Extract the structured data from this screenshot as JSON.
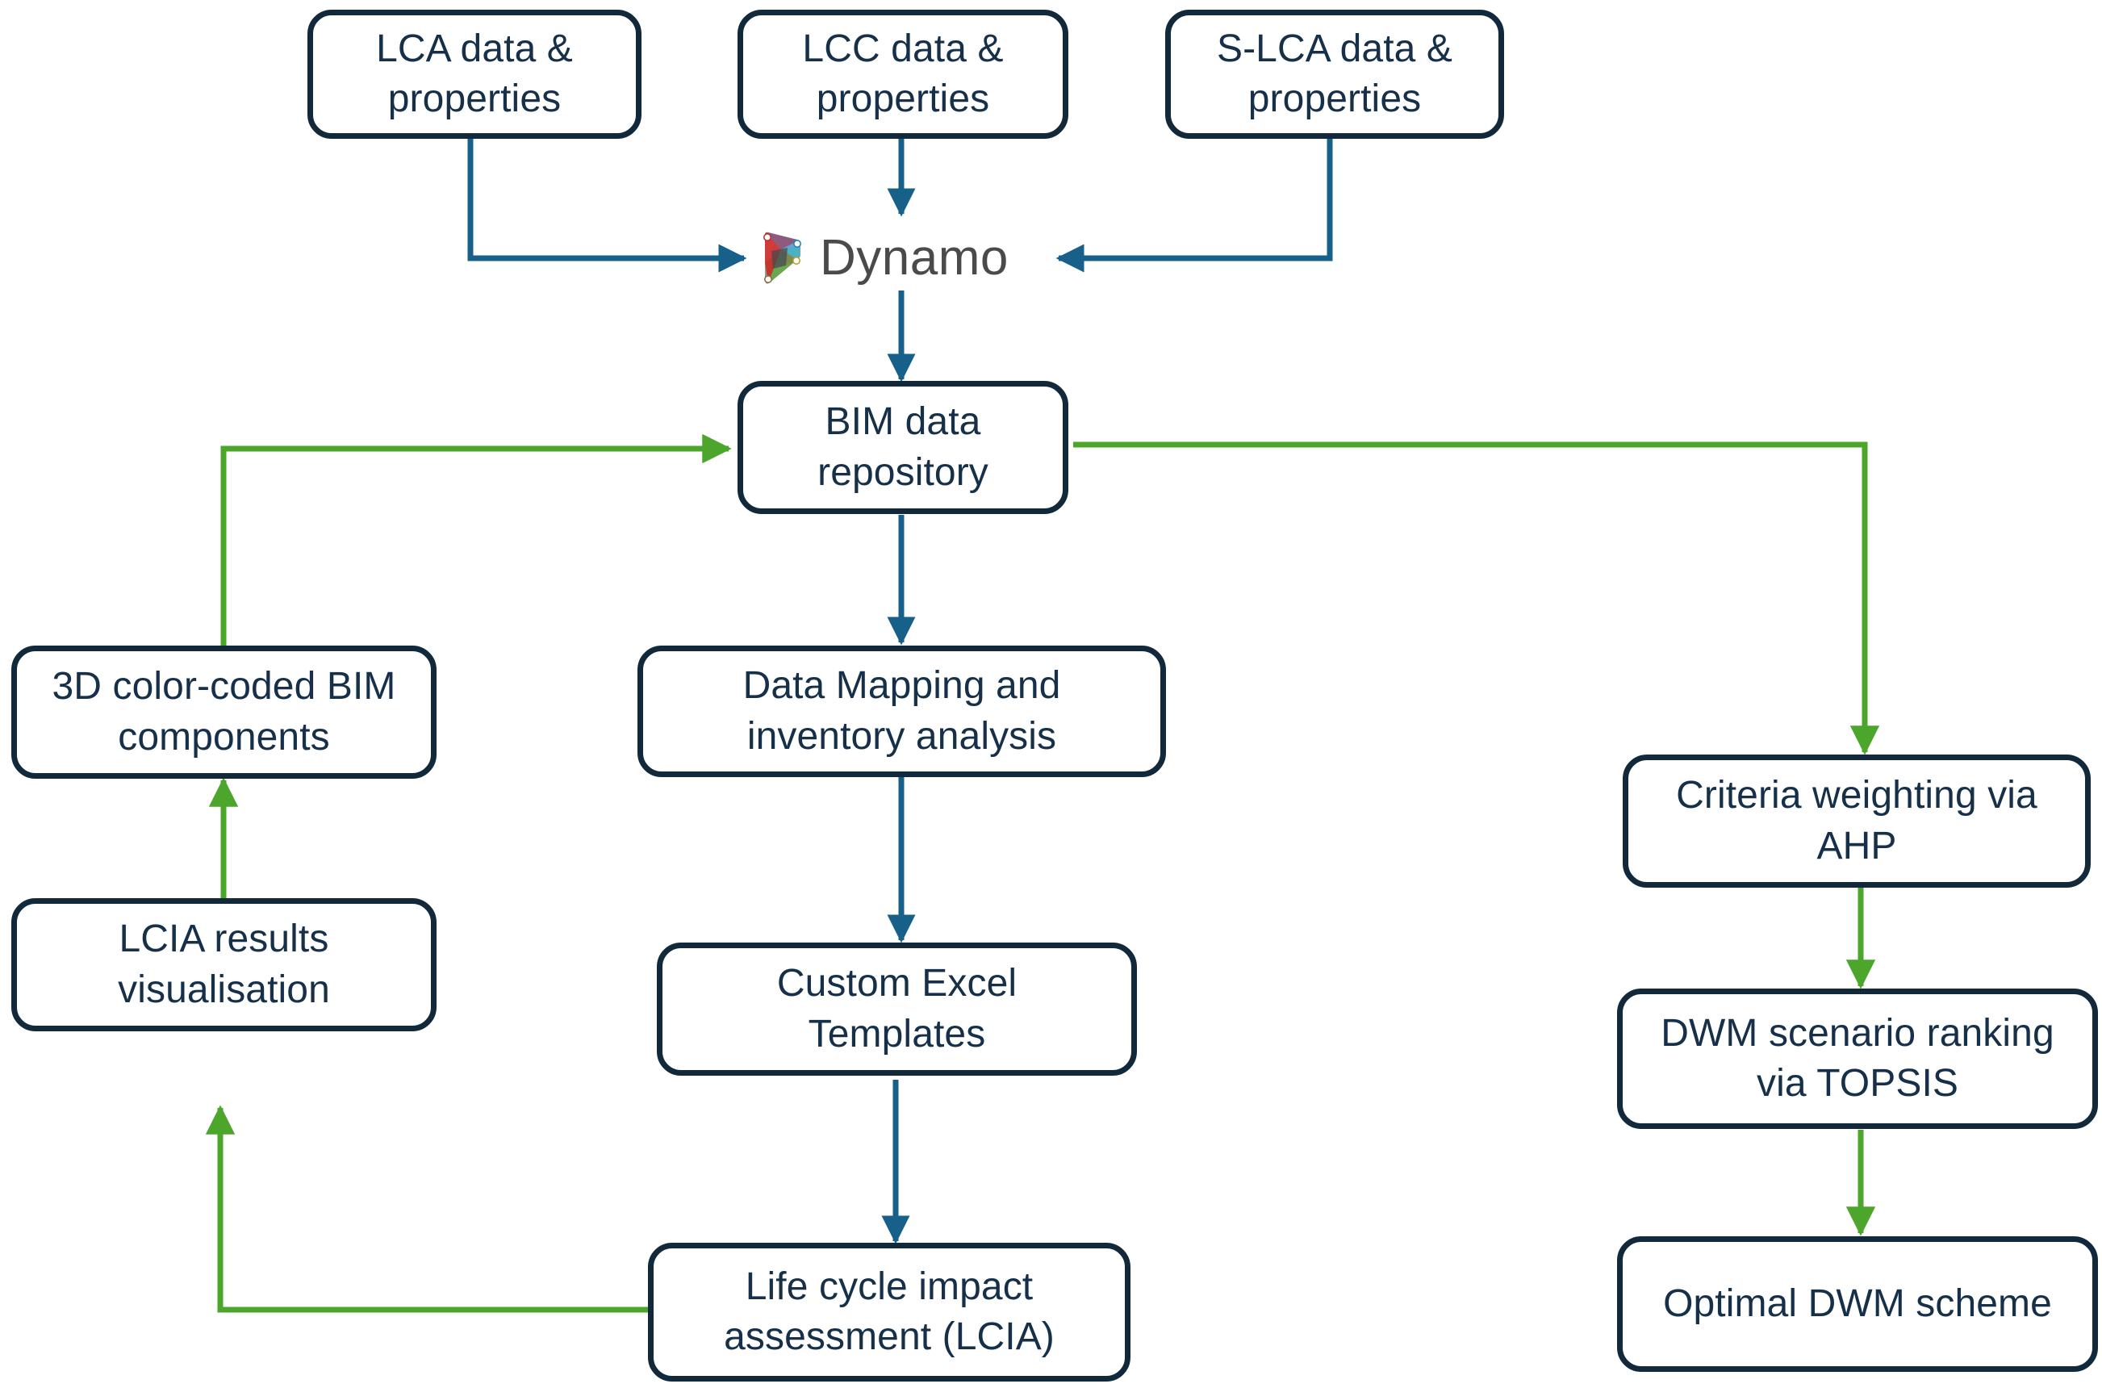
{
  "diagram": {
    "title": "BIM-based LCA / LCC / S-LCA decision workflow",
    "colors": {
      "node_border": "#12293c",
      "node_text": "#16304a",
      "node_fill": "#ffffff",
      "blue_edge": "#17608a",
      "green_edge": "#4CA62C",
      "dynamo_text": "#4a4a4a",
      "background": "#ffffff"
    },
    "nodes": {
      "lca_data": {
        "label": "LCA data &\nproperties",
        "line1": "LCA data &",
        "line2": "properties"
      },
      "lcc_data": {
        "label": "LCC data &\nproperties",
        "line1": "LCC data &",
        "line2": "properties"
      },
      "slca_data": {
        "label": "S-LCA data &\nproperties",
        "line1": "S-LCA data &",
        "line2": "properties"
      },
      "dynamo": {
        "label": "Dynamo",
        "icon": "dynamo-logo-icon"
      },
      "bim_repository": {
        "label": "BIM data\nrepository",
        "line1": "BIM data",
        "line2": "repository"
      },
      "bim_components": {
        "label": "3D color-coded BIM\ncomponents",
        "line1": "3D color-coded BIM",
        "line2": "components"
      },
      "data_mapping": {
        "label": "Data Mapping and\ninventory analysis",
        "line1": "Data Mapping and",
        "line2": "inventory analysis"
      },
      "lcia_visualisation": {
        "label": "LCIA results\nvisualisation",
        "line1": "LCIA results",
        "line2": "visualisation"
      },
      "excel_templates": {
        "label": "Custom Excel\nTemplates",
        "line1": "Custom Excel",
        "line2": "Templates"
      },
      "lcia": {
        "label": "Life cycle impact\nassessment (LCIA)",
        "line1": "Life cycle impact",
        "line2": "assessment (LCIA)"
      },
      "criteria_ahp": {
        "label": "Criteria weighting via\nAHP",
        "line1": "Criteria weighting via",
        "line2": "AHP"
      },
      "dwm_topsis": {
        "label": "DWM scenario ranking\nvia TOPSIS",
        "line1": "DWM scenario ranking",
        "line2": "via TOPSIS"
      },
      "optimal_dwm": {
        "label": "Optimal DWM scheme",
        "line1": "Optimal DWM scheme",
        "line2": ""
      }
    },
    "edges": [
      {
        "from": "lca_data",
        "to": "dynamo",
        "color": "blue",
        "style": "elbow"
      },
      {
        "from": "lcc_data",
        "to": "dynamo",
        "color": "blue",
        "style": "straight"
      },
      {
        "from": "slca_data",
        "to": "dynamo",
        "color": "blue",
        "style": "elbow"
      },
      {
        "from": "dynamo",
        "to": "bim_repository",
        "color": "blue",
        "style": "straight"
      },
      {
        "from": "bim_repository",
        "to": "data_mapping",
        "color": "blue",
        "style": "straight"
      },
      {
        "from": "data_mapping",
        "to": "excel_templates",
        "color": "blue",
        "style": "straight"
      },
      {
        "from": "excel_templates",
        "to": "lcia",
        "color": "blue",
        "style": "straight"
      },
      {
        "from": "bim_components",
        "to": "bim_repository",
        "color": "green",
        "style": "elbow"
      },
      {
        "from": "bim_repository",
        "to": "criteria_ahp",
        "color": "green",
        "style": "elbow"
      },
      {
        "from": "criteria_ahp",
        "to": "dwm_topsis",
        "color": "green",
        "style": "straight"
      },
      {
        "from": "dwm_topsis",
        "to": "optimal_dwm",
        "color": "green",
        "style": "straight"
      },
      {
        "from": "lcia_visualisation",
        "to": "bim_components",
        "color": "green",
        "style": "straight"
      },
      {
        "from": "lcia",
        "to": "lcia_visualisation",
        "color": "green",
        "style": "elbow"
      }
    ]
  }
}
